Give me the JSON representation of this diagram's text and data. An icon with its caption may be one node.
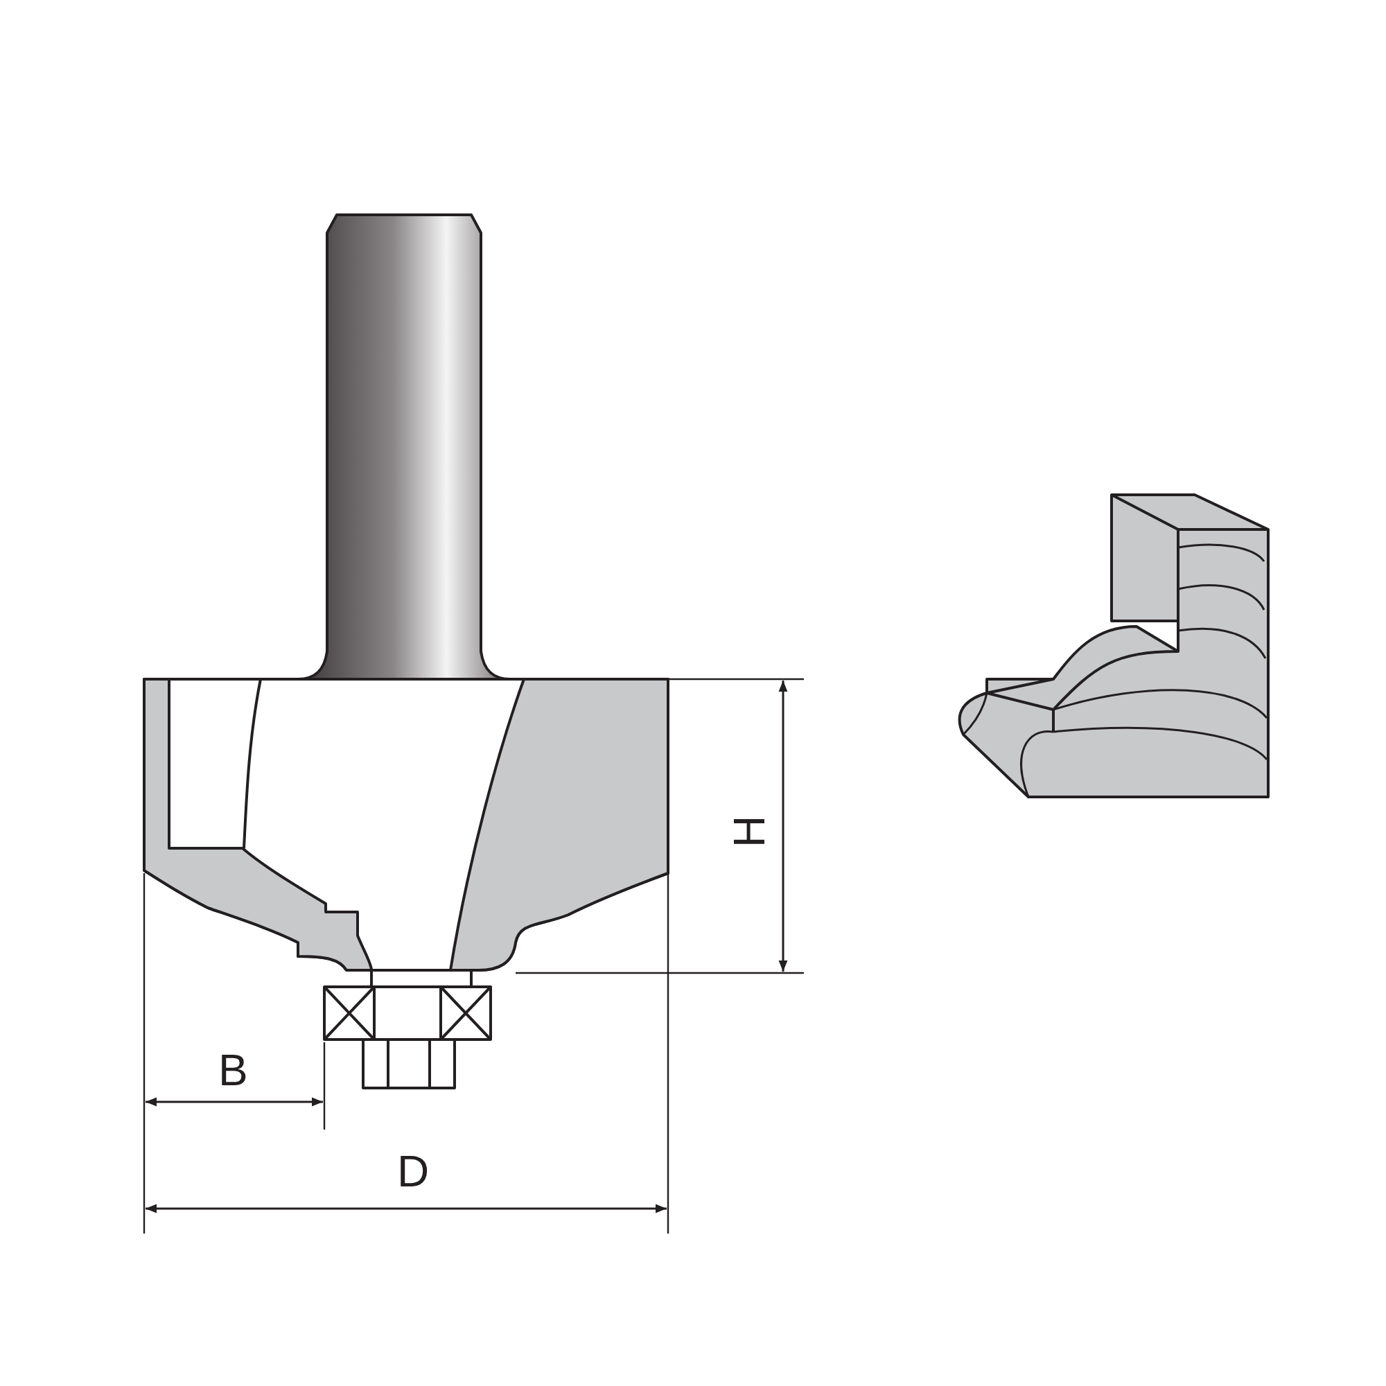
{
  "diagram": {
    "labels": [
      "H",
      "B",
      "D"
    ]
  }
}
